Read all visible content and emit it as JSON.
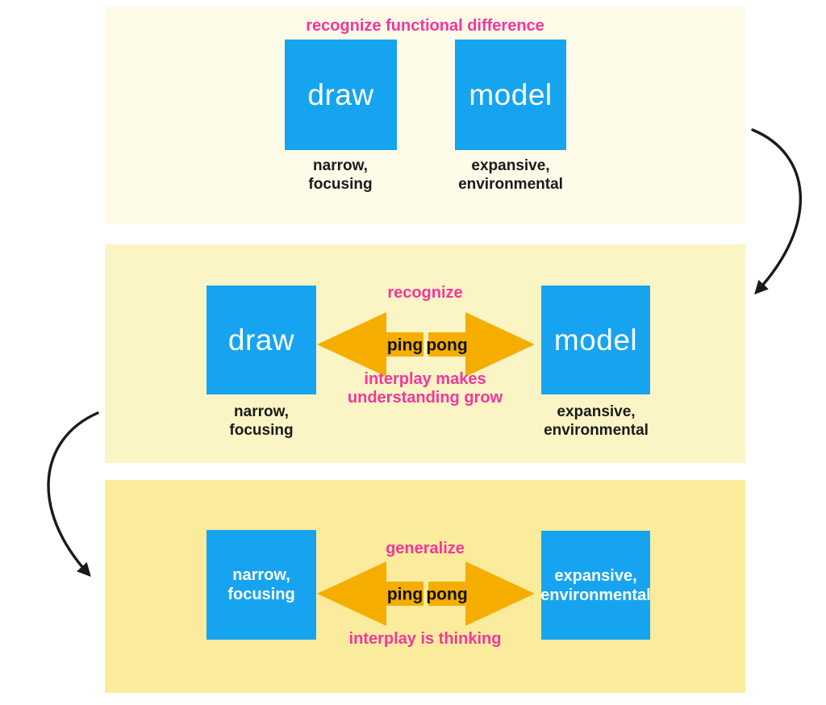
{
  "colors": {
    "blue": "#16A4F1",
    "orange": "#F5AE00",
    "pink": "#F5369B",
    "panel1_bg": "#FEFBE9",
    "panel2_bg": "#FBF4C4",
    "panel3_bg": "#FAEC9C",
    "caption_black": "#1A1A1A",
    "box_text": "#FFFFFF",
    "connector_black": "#1A1A1A"
  },
  "panel1": {
    "title": "recognize functional difference",
    "left_box_label": "draw",
    "right_box_label": "model",
    "left_caption": {
      "line1": "narrow,",
      "line2": "focusing"
    },
    "right_caption": {
      "line1": "expansive,",
      "line2": "environmental"
    }
  },
  "panel2": {
    "title": "recognize",
    "left_box_label": "draw",
    "right_box_label": "model",
    "arrow": {
      "left_word": "ping",
      "right_word": "pong"
    },
    "note": {
      "line1": "interplay makes",
      "line2": "understanding grow"
    },
    "left_caption": {
      "line1": "narrow,",
      "line2": "focusing"
    },
    "right_caption": {
      "line1": "expansive,",
      "line2": "environmental"
    }
  },
  "panel3": {
    "title": "generalize",
    "left_box": {
      "line1": "narrow,",
      "line2": "focusing"
    },
    "right_box": {
      "line1": "expansive,",
      "line2": "environmental"
    },
    "arrow": {
      "left_word": "ping",
      "right_word": "pong"
    },
    "note": "interplay is thinking"
  }
}
